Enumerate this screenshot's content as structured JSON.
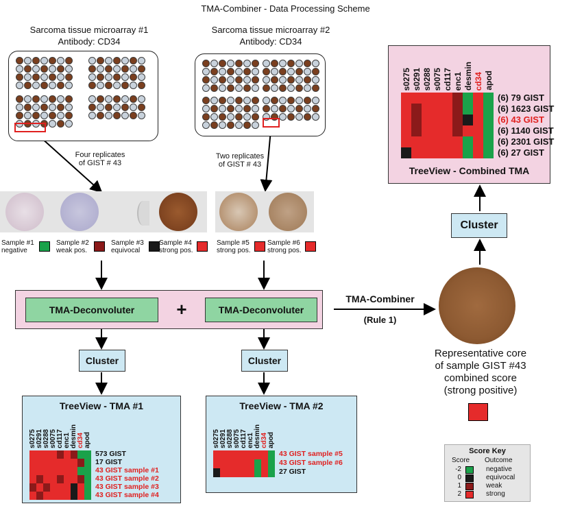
{
  "title": "TMA-Combiner - Data Processing Scheme",
  "tma1": {
    "title": "Sarcoma tissue microarray #1",
    "antibody": "Antibody:  CD34",
    "replicate_note_1": "Four replicates",
    "replicate_note_2": "of GIST # 43"
  },
  "tma2": {
    "title": "Sarcoma tissue microarray #2",
    "antibody": "Antibody:  CD34",
    "replicate_note_1": "Two replicates",
    "replicate_note_2": "of GIST # 43"
  },
  "samples": [
    {
      "label1": "Sample #1",
      "label2": "negative",
      "color": "#1aa24a"
    },
    {
      "label1": "Sample #2",
      "label2": "weak pos.",
      "color": "#8b1a1a"
    },
    {
      "label1": "Sample #3",
      "label2": "equivocal",
      "color": "#1a1a1a"
    },
    {
      "label1": "Sample #4",
      "label2": "strong pos.",
      "color": "#e52b2b"
    },
    {
      "label1": "Sample #5",
      "label2": "strong pos.",
      "color": "#e52b2b"
    },
    {
      "label1": "Sample #6",
      "label2": "strong pos.",
      "color": "#e52b2b"
    }
  ],
  "deconv": {
    "left": "TMA-Deconvoluter",
    "right": "TMA-Deconvoluter",
    "plus": "+"
  },
  "combiner": {
    "label": "TMA-Combiner",
    "rule": "(Rule 1)"
  },
  "cluster_label": "Cluster",
  "representative": {
    "line1": "Representative core",
    "line2": "of sample GIST #43",
    "line3": "combined score",
    "line4": "(strong positive)"
  },
  "colors": {
    "strong": "#e52b2b",
    "weak": "#8b1a1a",
    "equivocal": "#1a1a1a",
    "negative": "#1aa24a",
    "pink": "#f3d3e2",
    "blue": "#cde8f3",
    "green": "#8fd5a2"
  },
  "treeview1": {
    "title": "TreeView - TMA #1",
    "columns": [
      "s0275",
      "s0291",
      "s0288",
      "s0075",
      "cd117",
      "enc1",
      "desmin",
      "cd34",
      "apod"
    ],
    "highlight_column": "cd34",
    "rows": [
      {
        "label": "573 GIST",
        "red": false
      },
      {
        "label": "17 GIST",
        "red": false
      },
      {
        "label": "43 GIST sample #1",
        "red": true
      },
      {
        "label": "43 GIST sample #2",
        "red": true
      },
      {
        "label": "43 GIST sample #3",
        "red": true
      },
      {
        "label": "43 GIST sample #4",
        "red": true
      }
    ],
    "cells": [
      [
        "R",
        "R",
        "R",
        "R",
        "W",
        "R",
        "W",
        "G",
        "G"
      ],
      [
        "R",
        "R",
        "R",
        "R",
        "R",
        "R",
        "R",
        "W",
        "G"
      ],
      [
        "R",
        "R",
        "R",
        "R",
        "R",
        "R",
        "R",
        "G",
        "G"
      ],
      [
        "R",
        "W",
        "R",
        "R",
        "W",
        "R",
        "R",
        "W",
        "G"
      ],
      [
        "W",
        "R",
        "W",
        "R",
        "R",
        "R",
        "K",
        "R",
        "G"
      ],
      [
        "R",
        "W",
        "R",
        "R",
        "R",
        "R",
        "K",
        "R",
        "G"
      ]
    ]
  },
  "treeview2": {
    "title": "TreeView - TMA #2",
    "columns": [
      "s0275",
      "s0291",
      "s0288",
      "s0075",
      "cd117",
      "enc1",
      "desmin",
      "cd34",
      "apod"
    ],
    "highlight_column": "cd34",
    "rows": [
      {
        "label": "43 GIST sample #5",
        "red": true
      },
      {
        "label": "43 GIST sample #6",
        "red": true
      },
      {
        "label": "27 GIST",
        "red": false
      }
    ],
    "cells": [
      [
        "R",
        "R",
        "R",
        "R",
        "R",
        "R",
        "R",
        "R",
        "G"
      ],
      [
        "R",
        "R",
        "R",
        "R",
        "R",
        "R",
        "G",
        "R",
        "G"
      ],
      [
        "K",
        "R",
        "R",
        "R",
        "R",
        "R",
        "G",
        "R",
        "G"
      ]
    ]
  },
  "treeview_combined": {
    "title": "TreeView - Combined TMA",
    "columns": [
      "s0275",
      "s0291",
      "s0288",
      "s0075",
      "cd117",
      "enc1",
      "desmin",
      "cd34",
      "apod"
    ],
    "highlight_column": "cd34",
    "rows": [
      {
        "label": "(6) 79 GIST",
        "red": false
      },
      {
        "label": "(6) 1623 GIST",
        "red": false
      },
      {
        "label": "(6) 43 GIST",
        "red": true
      },
      {
        "label": "(6) 1140 GIST",
        "red": false
      },
      {
        "label": "(6) 2301 GIST",
        "red": false
      },
      {
        "label": "(6) 27 GIST",
        "red": false
      }
    ],
    "cells": [
      [
        "R",
        "R",
        "R",
        "R",
        "R",
        "W",
        "G",
        "R",
        "G"
      ],
      [
        "R",
        "W",
        "R",
        "R",
        "R",
        "W",
        "G",
        "R",
        "G"
      ],
      [
        "R",
        "W",
        "R",
        "R",
        "R",
        "W",
        "K",
        "R",
        "G"
      ],
      [
        "R",
        "W",
        "R",
        "R",
        "R",
        "W",
        "R",
        "R",
        "G"
      ],
      [
        "R",
        "R",
        "R",
        "R",
        "R",
        "R",
        "G",
        "R",
        "G"
      ],
      [
        "K",
        "R",
        "R",
        "R",
        "R",
        "R",
        "G",
        "R",
        "G"
      ]
    ]
  },
  "score_key": {
    "title": "Score Key",
    "header_score": "Score",
    "header_outcome": "Outcome",
    "rows": [
      {
        "score": "-2",
        "outcome": "negative",
        "color": "#1aa24a"
      },
      {
        "score": "0",
        "outcome": "equivocal",
        "color": "#1a1a1a"
      },
      {
        "score": "1",
        "outcome": "weak",
        "color": "#8b1a1a"
      },
      {
        "score": "2",
        "outcome": "strong",
        "color": "#e52b2b"
      }
    ]
  }
}
